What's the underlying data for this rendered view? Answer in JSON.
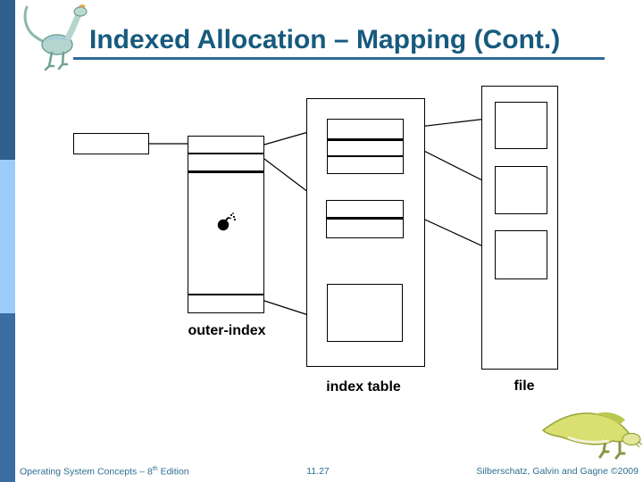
{
  "slide": {
    "title": "Indexed Allocation – Mapping (Cont.)"
  },
  "diagram": {
    "labels": {
      "outer_index": "outer-index",
      "index_table": "index table",
      "file": "file"
    },
    "icons": {
      "continuation_marker": "bomb-glyph",
      "top_left": "dinosaur-logo",
      "bottom_right": "dinosaur-mascot"
    }
  },
  "footer": {
    "book_pre": "Operating System Concepts – 8",
    "book_sup": "th",
    "book_post": " Edition",
    "page": "11.27",
    "credit": "Silberschatz, Galvin and Gagne ©2009"
  },
  "colors": {
    "title_color": "#175A7E",
    "underline_color": "#2E6B96",
    "footer_color": "#2C6E91",
    "bar_top": "#2F5F8D",
    "bar_mid": "#9CCCFC",
    "bar_bottom": "#3A6DA1",
    "diagram_line": "#000000"
  }
}
